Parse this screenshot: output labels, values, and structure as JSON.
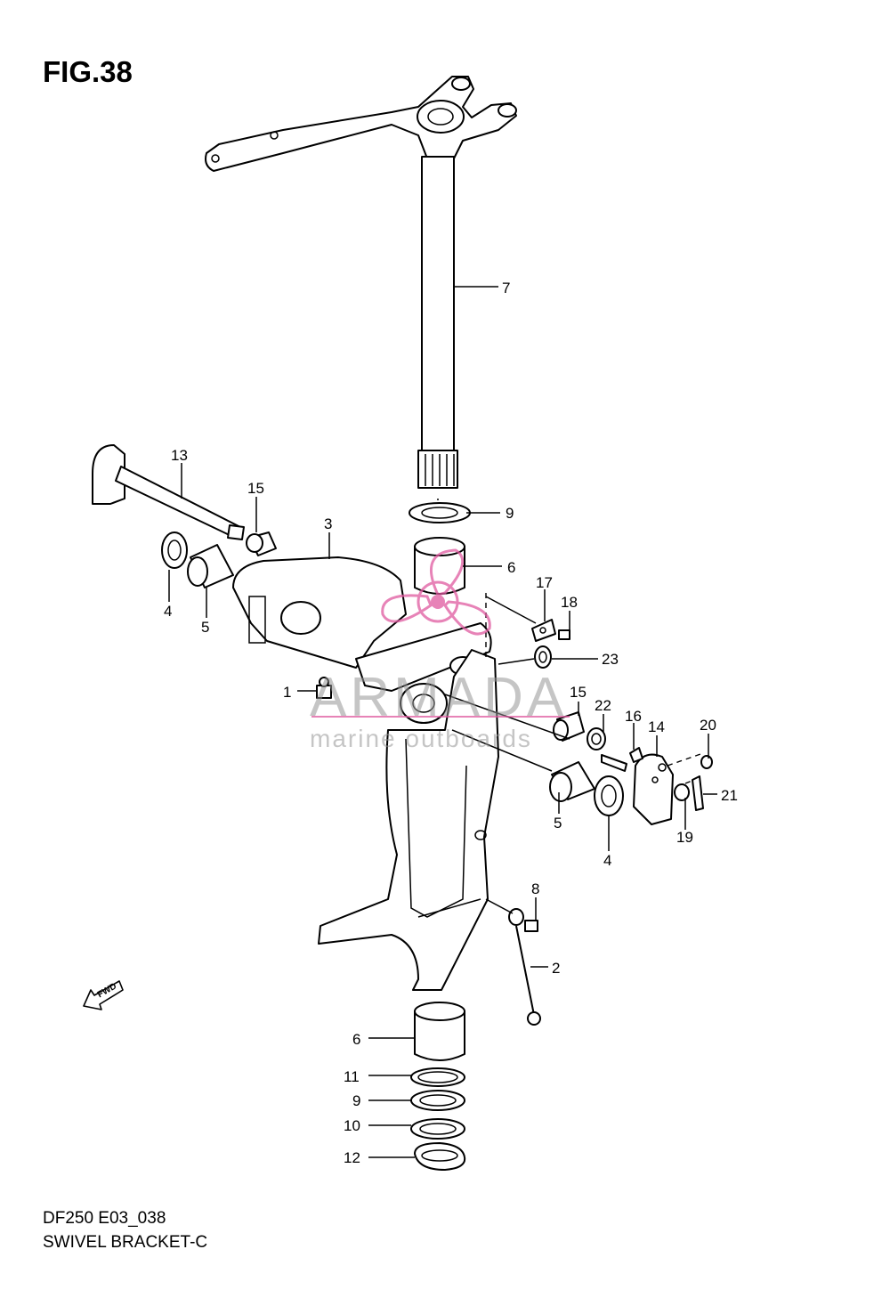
{
  "figure": {
    "title": "FIG.38",
    "model_code": "DF250 E03_038",
    "section_name": "SWIVEL BRACKET-C"
  },
  "watermark": {
    "brand": "ARMADA",
    "tagline": "marine outboards",
    "color": "#e05aa0"
  },
  "fwd_badge": "FWD",
  "callouts": [
    {
      "id": "c7",
      "label": "7"
    },
    {
      "id": "c9a",
      "label": "9"
    },
    {
      "id": "c6a",
      "label": "6"
    },
    {
      "id": "c13",
      "label": "13"
    },
    {
      "id": "c15a",
      "label": "15"
    },
    {
      "id": "c3",
      "label": "3"
    },
    {
      "id": "c4a",
      "label": "4"
    },
    {
      "id": "c5a",
      "label": "5"
    },
    {
      "id": "c17",
      "label": "17"
    },
    {
      "id": "c18",
      "label": "18"
    },
    {
      "id": "c23",
      "label": "23"
    },
    {
      "id": "c1",
      "label": "1"
    },
    {
      "id": "c15b",
      "label": "15"
    },
    {
      "id": "c22",
      "label": "22"
    },
    {
      "id": "c16",
      "label": "16"
    },
    {
      "id": "c14",
      "label": "14"
    },
    {
      "id": "c20",
      "label": "20"
    },
    {
      "id": "c21",
      "label": "21"
    },
    {
      "id": "c19",
      "label": "19"
    },
    {
      "id": "c5b",
      "label": "5"
    },
    {
      "id": "c4b",
      "label": "4"
    },
    {
      "id": "c8",
      "label": "8"
    },
    {
      "id": "c2",
      "label": "2"
    },
    {
      "id": "c6b",
      "label": "6"
    },
    {
      "id": "c11",
      "label": "11"
    },
    {
      "id": "c9b",
      "label": "9"
    },
    {
      "id": "c10",
      "label": "10"
    },
    {
      "id": "c12",
      "label": "12"
    }
  ]
}
